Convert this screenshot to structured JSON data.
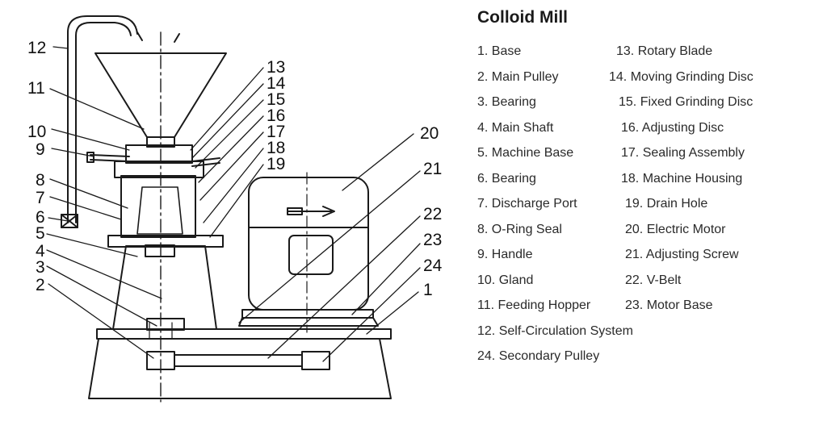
{
  "title": "Colloid Mill",
  "parts_left": [
    "1. Base",
    "2. Main Pulley",
    "3. Bearing",
    "4. Main Shaft",
    "5. Machine Base",
    "6. Bearing",
    "7. Discharge Port",
    "8. O-Ring Seal",
    "9. Handle",
    "10. Gland",
    "11. Feeding Hopper",
    "12. Self-Circulation System",
    "24. Secondary Pulley"
  ],
  "parts_right": [
    "13. Rotary Blade",
    "14. Moving Grinding Disc",
    "15. Fixed Grinding Disc",
    "16. Adjusting Disc",
    "17. Sealing Assembly",
    "18. Machine Housing",
    "19. Drain Hole",
    "20. Electric Motor",
    "21. Adjusting Screw",
    "22. V-Belt",
    "23. Motor Base"
  ],
  "callouts": [
    "1",
    "2",
    "3",
    "4",
    "5",
    "6",
    "7",
    "8",
    "9",
    "10",
    "11",
    "12",
    "13",
    "14",
    "15",
    "16",
    "17",
    "18",
    "19",
    "20",
    "21",
    "22",
    "23",
    "24"
  ]
}
